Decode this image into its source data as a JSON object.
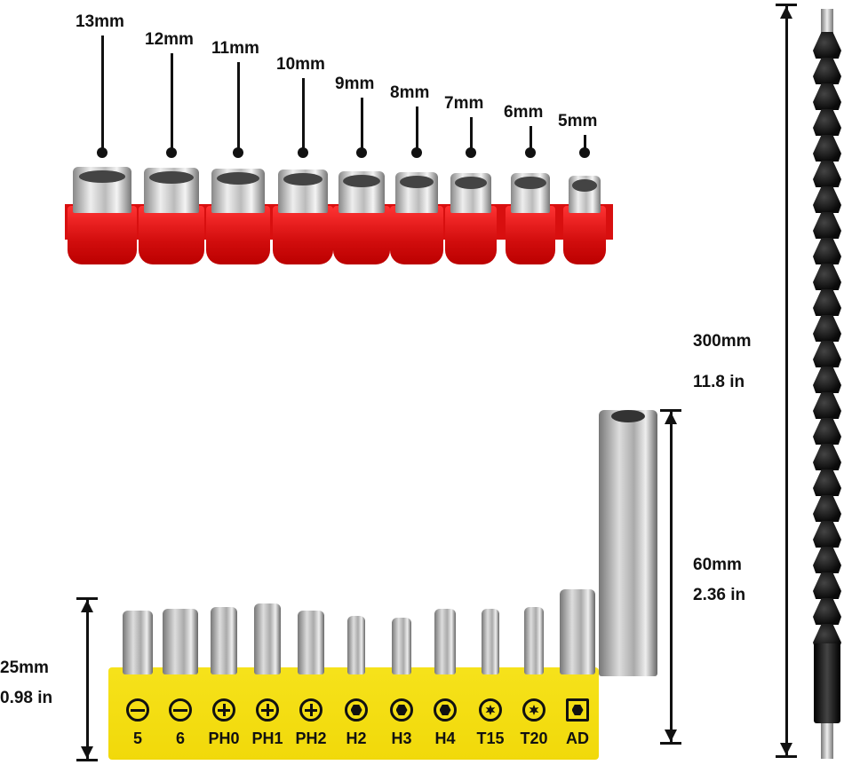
{
  "sockets": [
    {
      "label": "13mm"
    },
    {
      "label": "12mm"
    },
    {
      "label": "11mm"
    },
    {
      "label": "10mm"
    },
    {
      "label": "9mm"
    },
    {
      "label": "8mm"
    },
    {
      "label": "7mm"
    },
    {
      "label": "6mm"
    },
    {
      "label": "5mm"
    }
  ],
  "bits": [
    {
      "label": "5",
      "icon": "slotted-icon"
    },
    {
      "label": "6",
      "icon": "slotted-icon"
    },
    {
      "label": "PH0",
      "icon": "phillips-icon"
    },
    {
      "label": "PH1",
      "icon": "phillips-icon"
    },
    {
      "label": "PH2",
      "icon": "phillips-icon"
    },
    {
      "label": "H2",
      "icon": "hex-icon"
    },
    {
      "label": "H3",
      "icon": "hex-icon"
    },
    {
      "label": "H4",
      "icon": "hex-icon"
    },
    {
      "label": "T15",
      "icon": "torx-icon"
    },
    {
      "label": "T20",
      "icon": "torx-icon"
    },
    {
      "label": "AD",
      "icon": "adapter-icon"
    }
  ],
  "dimensions": {
    "bits": {
      "mm": "25mm",
      "in": "0.98 in"
    },
    "holder": {
      "mm": "60mm",
      "in": "2.36 in"
    },
    "shaft": {
      "mm": "300mm",
      "in": "11.8 in"
    }
  },
  "colors": {
    "socket_tray": "#d80f0f",
    "bit_tray": "#f3dc10",
    "shaft": "#111111"
  }
}
